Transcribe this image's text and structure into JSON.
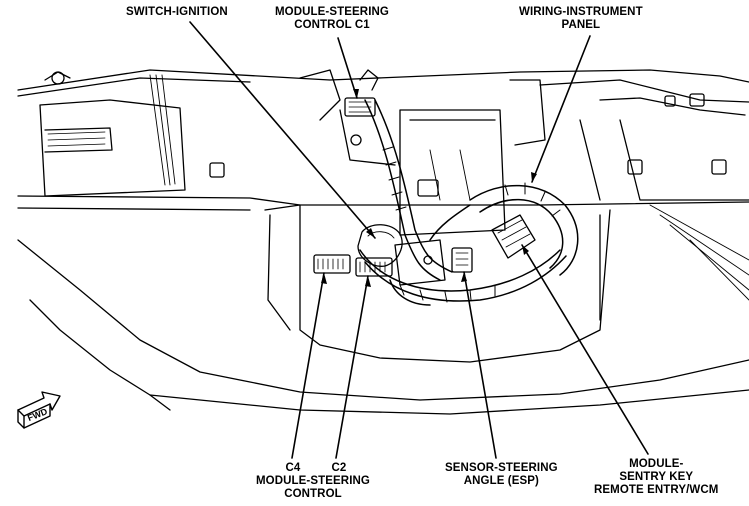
{
  "callouts": {
    "switch_ignition": {
      "line1": "SWITCH-IGNITION"
    },
    "module_steering_c1": {
      "line1": "MODULE-STEERING",
      "line2": "CONTROL C1"
    },
    "wiring_instrument_panel": {
      "line1": "WIRING-INSTRUMENT",
      "line2": "PANEL"
    },
    "c4_c2_module_steering": {
      "c4": "C4",
      "c2": "C2",
      "line2": "MODULE-STEERING",
      "line3": "CONTROL"
    },
    "sensor_steering_angle": {
      "line1": "SENSOR-STEERING",
      "line2": "ANGLE (ESP)"
    },
    "module_sentry_key": {
      "line1": "MODULE-",
      "line2": "SENTRY KEY",
      "line3": "REMOTE ENTRY/WCM"
    }
  },
  "fwd_arrow": {
    "label": "FWD"
  },
  "colors": {
    "line": "#000000",
    "background": "#ffffff"
  }
}
